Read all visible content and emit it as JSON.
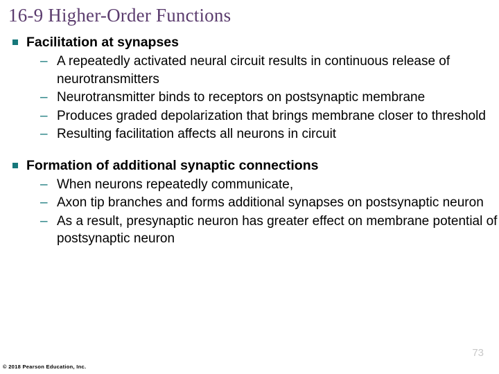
{
  "slide": {
    "title": "16-9 Higher-Order Functions",
    "title_color": "#5B3C6E",
    "bullet_marker_color": "#16787B",
    "background_color": "#FFFFFF",
    "body_text_color": "#000000"
  },
  "sections": [
    {
      "heading": "Facilitation at synapses",
      "marker": "square-bullet",
      "items": [
        {
          "marker": "–",
          "text": "A repeatedly activated neural circuit results in continuous release of neurotransmitters"
        },
        {
          "marker": "–",
          "text": "Neurotransmitter binds to receptors on postsynaptic membrane"
        },
        {
          "marker": "–",
          "text": "Produces graded depolarization that brings membrane closer to threshold"
        },
        {
          "marker": "–",
          "text": "Resulting facilitation affects all neurons in circuit"
        }
      ]
    },
    {
      "heading": "Formation of additional synaptic connections",
      "marker": "square-bullet",
      "items": [
        {
          "marker": "–",
          "text": "When neurons repeatedly communicate,"
        },
        {
          "marker": "–",
          "text": "Axon tip branches and forms additional synapses on postsynaptic neuron"
        },
        {
          "marker": "–",
          "text": "As a result, presynaptic neuron has greater effect on membrane potential of postsynaptic neuron"
        }
      ]
    }
  ],
  "footer": {
    "copyright": "© 2018 Pearson Education, Inc.",
    "page_number": "73",
    "page_number_color": "#C8C8C8"
  }
}
